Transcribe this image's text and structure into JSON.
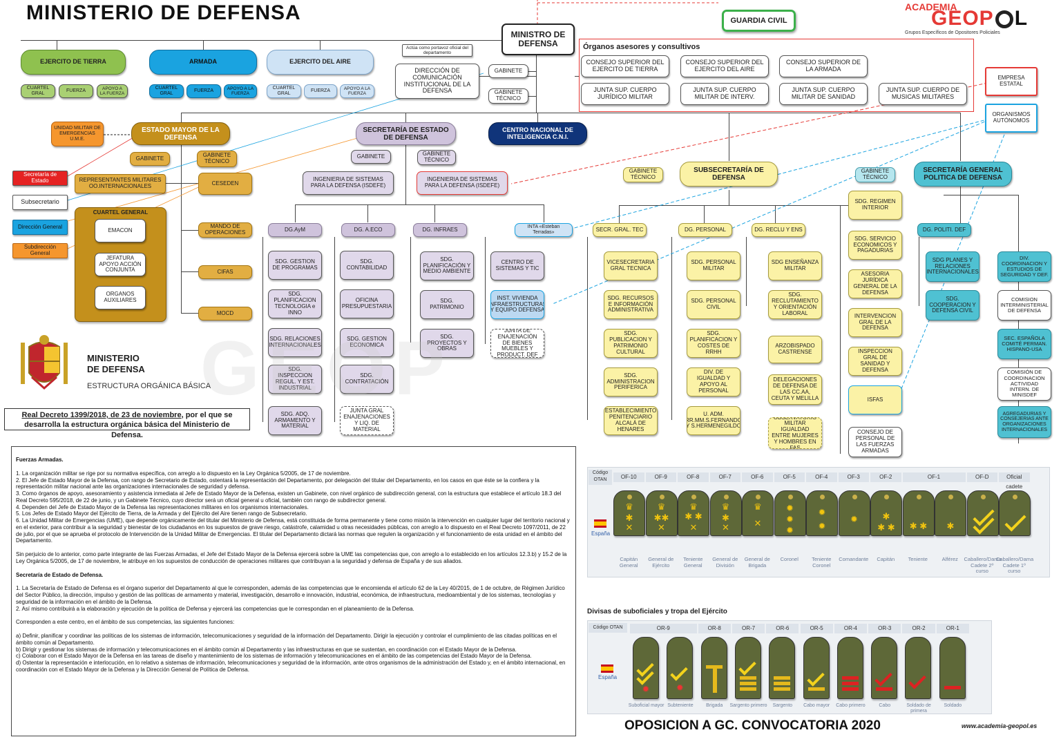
{
  "header": {
    "title": "MINISTERIO DE DEFENSA",
    "guardia": "GUARDIA CIVIL",
    "brand_top": "ACADEMIA",
    "brand_main": "GEOP",
    "brand_tail": "L",
    "brand_sub": "Grupos Específicos de Opositores Policiales"
  },
  "top": {
    "ministro": "MINISTRO DE DEFENSA",
    "portavoz": "Actúa como portavoz oficial del departamento",
    "direccion": "DIRECCIÓN DE COMUNICACIÓN INSTITUCIONAL DE LA DEFENSA",
    "gabinete": "GABINETE",
    "gab_tec": "GABINETE TÉCNICO"
  },
  "armies": {
    "tierra": "EJERCITO DE TIERRA",
    "armada": "ARMADA",
    "aire": "EJERCITO DEL AIRE",
    "cuartel": "CUARTEL GRAL",
    "fuerza": "FUERZA",
    "apoyo": "APOYO A LA FUERZA"
  },
  "organos": {
    "title": "Órganos asesores y consultivos",
    "items": [
      "CONSEJO SUPERIOR DEL EJERCITO DE TIERRA",
      "CONSEJO SUPERIOR DEL EJERCITO DEL AIRE",
      "CONSEJO SUPERIOR DE LA ARMADA",
      "JUNTA SUP. CUERPO JURÍDICO MILITAR",
      "JUNTA SUP. CUERPO MILITAR DE INTERV.",
      "JUNTA SUP. CUERPO MILITAR DE SANIDAD",
      "JUNTA SUP. CUERPO DE MUSICAS MILITARES"
    ]
  },
  "side": {
    "empresa": "EMPRESA ESTATAL",
    "organismos": "ORGANISMOS AUTÓNOMOS"
  },
  "legend": [
    "Secretaría de Estado",
    "Subsecretario",
    "Dirección General",
    "Subdirección General"
  ],
  "emad": {
    "ume": "UNIDAD MILITAR DE EMERGENCIAS U.M.E.",
    "title": "ESTADO MAYOR DE LA DEFENSA",
    "gabinete": "GABINETE",
    "gab_tec": "GABINETE TÉCNICO",
    "repr": "REPRESENTANTES MILITARES OO.INTERNACIONALES",
    "ceseden": "CESEDEN",
    "cuartel": "CUARTEL GENERAL",
    "emacon": "EMACON",
    "jefatura": "JEFATURA APOYO ACCIÓN CONJUNTA",
    "organos": "ORGANOS AUXILIARES",
    "mando": "MANDO DE OPERACIONES",
    "cifas": "CIFAS",
    "mocd": "MOCD"
  },
  "sedef": {
    "title": "SECRETARÍA DE ESTADO DE DEFENSA",
    "gabinete": "GABINETE",
    "gab_tec": "GABINETE TÉCNICO",
    "isdefe1": "INGENIERIA DE SISTEMAS PARA LA DEFENSA (ISDEFE)",
    "isdefe2": "INGENIERIA DE SISTEMAS PARA LA DEFENSA (ISDEFE)",
    "cni": "CENTRO NACIONAL DE INTELIGENCIA C.N.I.",
    "dgaym": "DG.AyM",
    "dgaym_items": [
      "SDG. GESTION DE PROGRAMAS",
      "SDG. PLANIFICACION TECNOLOGIA e INNO",
      "SDG. RELACIONES INTERNACIONALES",
      "SDG. INSPECCION REGUL. Y EST. INDUSTRIAL",
      "SDG. ADQ. ARMAMENTO Y MATERIAL"
    ],
    "dgaeco": "DG. A.ECO",
    "dgaeco_items": [
      "SDG. CONTABILIDAD",
      "OFICINA PRESUPUESTARIA",
      "SDG. GESTION ECONOMICA",
      "SDG. CONTRATACIÓN",
      "JUNTA GRAL ENAJENACIONES Y LIQ. DE MATERIAL"
    ],
    "dginfraes": "DG. INFRAES",
    "dginfraes_items": [
      "SDG. PLANIFICACIÓN Y MEDIO AMBIENTE",
      "SDG. PATRIMONIO",
      "SDG. PROYECTOS Y OBRAS"
    ],
    "inta": "INTA «Esteban Terradas»",
    "inta_items": [
      "CENTRO DE SISTEMAS Y TIC",
      "INST. VIVIENDA INFRAESTRUCTURAS Y EQUIPO DEFENSA",
      "JUNTA DE ENAJENACIÓN DE BIENES MUEBLES Y PRODUCT. DEF"
    ]
  },
  "subdef": {
    "title": "SUBSECRETARÍA DE DEFENSA",
    "gab_tec": "GABINETE TÉCNICO",
    "secr": "SECR. GRAL. TEC",
    "secr_items": [
      "VICESECRETARIA GRAL TECNICA",
      "SDG. RECURSOS E INFORMACIÓN ADMINISTRATIVA",
      "SDG. PUBLICACION Y PATRIMONIO CULTURAL",
      "SDG. ADMINISTRACION PERIFERICA",
      "ESTABLECIMIENTO PENITENCIARIO ALCALÁ DE HENARES"
    ],
    "personal": "DG. PERSONAL",
    "personal_items": [
      "SDG. PERSONAL MILITAR",
      "SDG. PERSONAL CIVIL",
      "SDG. PLANIFICACION Y COSTES DE RRHH",
      "DIV. DE IGUALDAD Y APOYO AL PERSONAL",
      "U. ADM. RR.MM.S.FERNANDO Y S.HERMENEGILDO"
    ],
    "reclu": "DG. RECLU Y ENS",
    "reclu_items": [
      "SDG ENSEÑANZA MILITAR",
      "SDG. RECLUTAMIENTO Y ORIENTACIÓN LABORAL",
      "ARZOBISPADO CASTRENSE",
      "DELEGACIONES DE DEFENSA DE LAS CC.AA, CEUTA Y MELILLA",
      "OBSERVATORIO MILITAR IGUALDAD ENTRE MUJERES Y HOMBRES EN FAS"
    ],
    "right": [
      "SDG. REGIMEN INTERIOR",
      "SDG. SERVICIO ECONOMICOS Y PAGADURIAS",
      "ASESORIA JURÍDICA GENERAL DE LA DEFENSA",
      "INTERVENCION GRAL DE LA DEFENSA",
      "INSPECCION GRAL DE SANIDAD Y DEFENSA",
      "ISFAS",
      "CONSEJO DE PERSONAL DE LAS FUERZAS ARMADAS"
    ]
  },
  "sgpd": {
    "title": "SECRETARÍA GENERAL POLITICA DE DEFENSA",
    "gab_tec": "GABINETE TÉCNICO",
    "dg": "DG. POLITI. DEF",
    "dg_items": [
      "SDG PLANES Y RELACIONES INTERNACIONALES",
      "SDG. COOPERACION Y DEFENSA CIVIL"
    ],
    "right": [
      "DIV. COORDINACION Y ESTUDIOS DE SEGURIDAD Y DEF.",
      "COMISION INTERMINISTERIAL DE DEFENSA",
      "SEC. ESPAÑOLA COMITÉ PERMAN. HISPANO-USA",
      "COMISIÓN DE COORDINACION ACTIVIDAD INTERN. DE MINISDEF",
      "AGREGADURIAS Y CONSEJERIAS ANTE ORGANIZACIONES INTERNACIONALES"
    ]
  },
  "logo": {
    "l1": "MINISTERIO",
    "l2": "DE DEFENSA",
    "l3": "ESTRUCTURA ORGÁNICA BÁSICA"
  },
  "decreto": {
    "ref": "Real Decreto 1399/2018, de 23 de noviembre",
    "rest": ", por el que se desarrolla la estructura orgánica básica del Ministerio de Defensa."
  },
  "text": {
    "h1": "Fuerzas Armadas.",
    "p1": [
      "1. La organización militar se rige por su normativa específica, con arreglo a lo dispuesto en la Ley Orgánica 5/2005, de 17 de noviembre.",
      "2. El Jefe de Estado Mayor de la Defensa, con rango de Secretario de Estado, ostentará la representación del Departamento, por delegación del titular del Departamento, en los casos en que éste se la confiera y la representación militar nacional ante las organizaciones internacionales de seguridad y defensa.",
      "3. Como órganos de apoyo, asesoramiento y asistencia inmediata al Jefe de Estado Mayor de la Defensa, existen un Gabinete, con nivel orgánico de subdirección general, con la estructura que establece el artículo 18.3 del Real Decreto 595/2018, de 22 de junio, y un Gabinete Técnico, cuyo director será un oficial general u oficial, también con rango de subdirector general.",
      "4. Dependen del Jefe de Estado Mayor de la Defensa las representaciones militares en los organismos internacionales.",
      "5. Los Jefes de Estado Mayor del Ejército de Tierra, de la Armada y del Ejército del Aire tienen rango de Subsecretario.",
      "6. La Unidad Militar de Emergencias (UME), que depende orgánicamente del titular del Ministerio de Defensa, está constituida de forma permanente y tiene como misión la intervención en cualquier lugar del territorio nacional y en el exterior, para contribuir a la seguridad y bienestar de los ciudadanos en los supuestos de grave riesgo, catástrofe, calamidad u otras necesidades públicas, con arreglo a lo dispuesto en el Real Decreto 1097/2011, de 22 de julio, por el que se aprueba el protocolo de Intervención de la Unidad Militar de Emergencias. El titular del Departamento dictará las normas que regulen la organización y el funcionamiento de esta unidad en el ámbito del Departamento."
    ],
    "p2": "Sin perjuicio de lo anterior, como parte integrante de las Fuerzas Armadas, el Jefe del Estado Mayor de la Defensa ejercerá sobre la UME las competencias que, con arreglo a lo establecido en los artículos 12.3.b) y 15.2 de la Ley Orgánica 5/2005, de 17 de noviembre, le atribuye en los supuestos de conducción de operaciones militares que contribuyan a la seguridad y defensa de España y de sus aliados.",
    "h2": "Secretaría de Estado de Defensa.",
    "p3": [
      "1. La Secretaría de Estado de Defensa es el órgano superior del Departamento al que le corresponden, además de las competencias que le encomienda el artículo 62 de la Ley 40/2015, de 1 de octubre, de Régimen Jurídico del Sector Público, la dirección, impulso y gestión de las políticas de armamento y material, investigación, desarrollo e innovación, industrial, económica, de infraestructura, medioambiental y de los sistemas, tecnologías y seguridad de la información en el ámbito de la Defensa.",
      "2. Así mismo contribuirá a la elaboración y ejecución de la política de Defensa y ejercerá las competencias que le correspondan en el planeamiento de la Defensa."
    ],
    "p4": "Corresponden a este centro, en el ámbito de sus competencias, las siguientes funciones:",
    "p5": [
      "a) Definir, planificar y coordinar las políticas de los sistemas de información, telecomunicaciones y seguridad de la información del Departamento. Dirigir la ejecución y controlar el cumplimiento de las citadas políticas en el ámbito común al Departamento.",
      "b) Dirigir y gestionar los sistemas de información y telecomunicaciones en el ámbito común al Departamento y las infraestructuras en que se sustentan, en coordinación con el Estado Mayor de la Defensa.",
      "c) Colaborar con el Estado Mayor de la Defensa en las tareas de diseño y mantenimiento de los sistemas de información y telecomunicaciones en el ámbito de las competencias del Estado Mayor de la Defensa.",
      "d) Ostentar la representación e interlocución, en lo relativo a sistemas de información, telecomunicaciones y seguridad de la información, ante otros organismos de la administración del Estado y, en el ámbito internacional, en coordinación con el Estado Mayor de la Defensa y la Dirección General de Política de Defensa."
    ]
  },
  "ranks1": {
    "code_label": "Código OTAN",
    "codes": [
      "OF-10",
      "OF-9",
      "OF-8",
      "OF-7",
      "OF-6",
      "OF-5",
      "OF-4",
      "OF-3",
      "OF-2",
      "OF-1",
      "OF-D",
      "Oficial cadete"
    ],
    "country": "España",
    "names": [
      "Capitán General",
      "General de Ejército",
      "Teniente General",
      "General de División",
      "General de Brigada",
      "Coronel",
      "Teniente Coronel",
      "Comandante",
      "Capitán",
      "Teniente",
      "Alférez",
      "Caballero/Dama Cadete 2º curso",
      "Caballero/Dama Cadete 1º curso"
    ]
  },
  "ranks2": {
    "title": "Divisas de suboficiales y tropa del Ejército",
    "code_label": "Código OTAN",
    "codes": [
      "OR-9",
      "OR-8",
      "OR-7",
      "OR-6",
      "OR-5",
      "OR-4",
      "OR-3",
      "OR-2",
      "OR-1"
    ],
    "country": "España",
    "names": [
      "Suboficial mayor",
      "Subteniente",
      "Brigada",
      "Sargento primero",
      "Sargento",
      "Cabo mayor",
      "Cabo primero",
      "Cabo",
      "Soldado de primera",
      "Soldado"
    ]
  },
  "footer": {
    "oposicion": "OPOSICION A GC. CONVOCATORIA 2020",
    "web": "www.academia-geopol.es"
  },
  "colors": {
    "green": "#8fc14f",
    "blue": "#1aa3e0",
    "orange": "#f5962e",
    "brown": "#c4901c",
    "lavender": "#cfc3dc",
    "yellow": "#fbf2a6",
    "teal": "#4fc1d2",
    "navy": "#10347a",
    "red": "#e53935"
  }
}
